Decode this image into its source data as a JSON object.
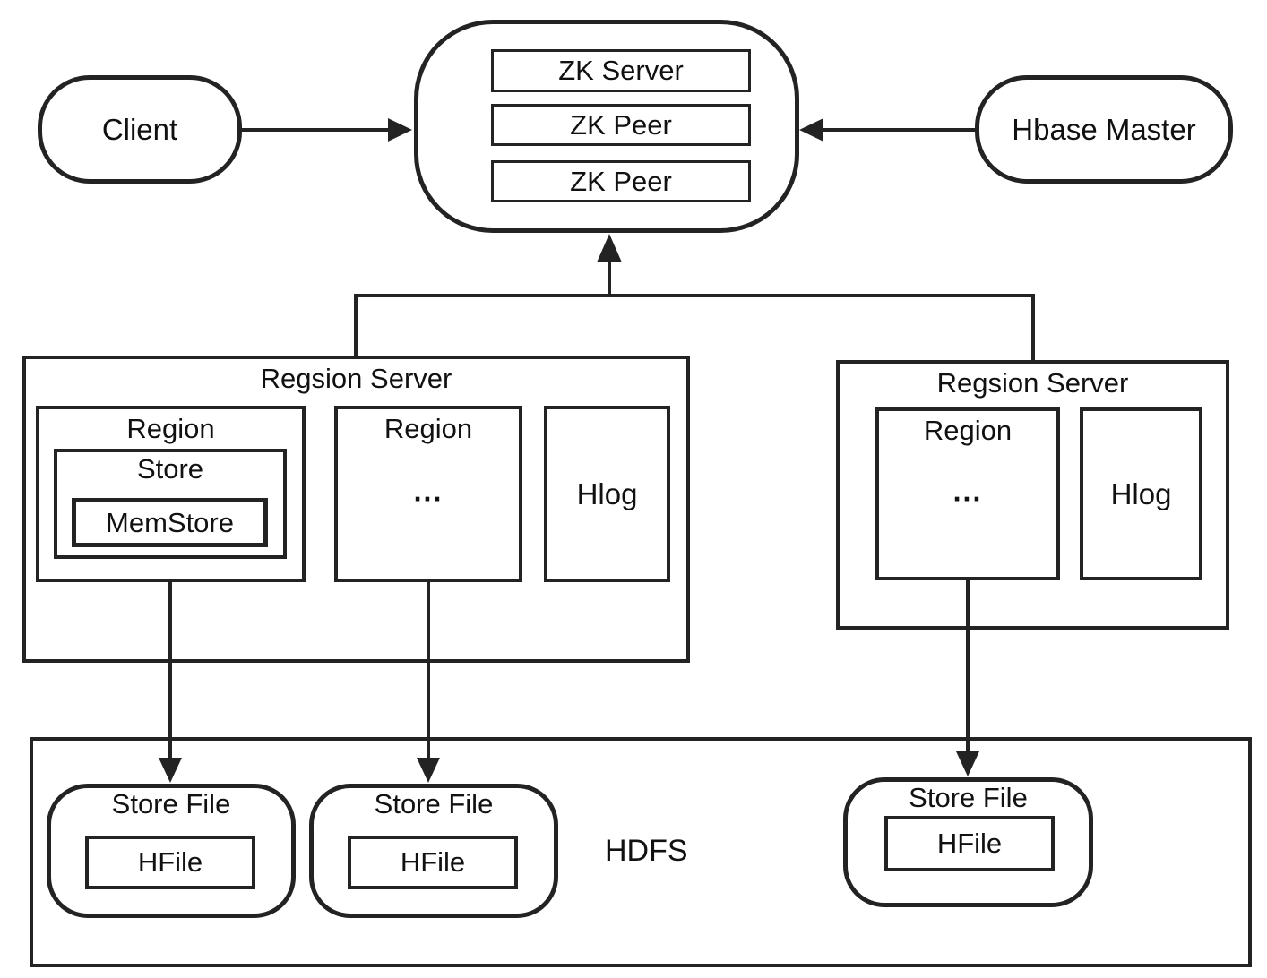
{
  "client_label": "Client",
  "master_label": "Hbase Master",
  "zookeeper": {
    "nodes": [
      "ZK Server",
      "ZK Peer",
      "ZK Peer"
    ]
  },
  "region_servers": [
    {
      "title": "Regsion Server",
      "regions": [
        {
          "title": "Region"
        },
        {
          "title": "Region",
          "placeholder": "..."
        }
      ],
      "store": {
        "title": "Store"
      },
      "memstore_label": "MemStore",
      "hlog_label": "Hlog"
    },
    {
      "title": "Regsion Server",
      "regions": [
        {
          "title": "Region",
          "placeholder": "..."
        }
      ],
      "hlog_label": "Hlog"
    }
  ],
  "hdfs": {
    "label": "HDFS",
    "store_files": [
      {
        "title": "Store File",
        "hfile_label": "HFile"
      },
      {
        "title": "Store File",
        "hfile_label": "HFile"
      },
      {
        "title": "Store File",
        "hfile_label": "HFile"
      }
    ]
  },
  "colors": {
    "line": "#232323",
    "text": "#111111",
    "background": "#ffffff"
  }
}
